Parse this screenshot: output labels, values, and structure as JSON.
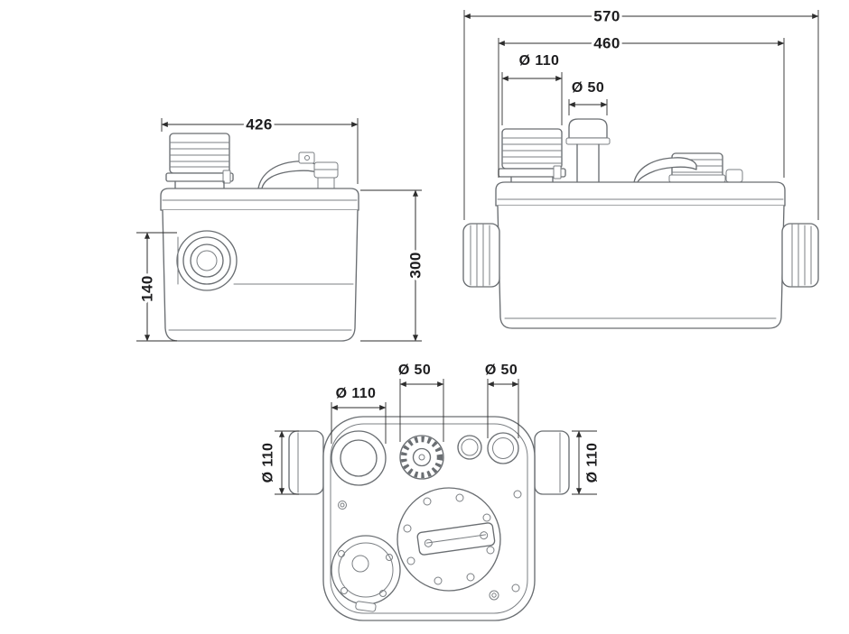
{
  "drawing": {
    "background": "#ffffff",
    "line_color": "#6a6e72",
    "dimension_line_color": "#2e2e2e",
    "dimension_text_color": "#1d1d1f",
    "views": {
      "side": {
        "dims": {
          "width_mm": "426",
          "height_mm": "300",
          "outlet_height_mm": "140"
        }
      },
      "front": {
        "dims": {
          "overall_width_mm": "570",
          "body_width_mm": "460",
          "inlet_diameter": "Ø 110",
          "vent_diameter": "Ø 50"
        }
      },
      "top": {
        "dims": {
          "inlet_diameter": "Ø 110",
          "discharge_left_diameter": "Ø 50",
          "discharge_right_diameter": "Ø 50",
          "left_port_diameter": "Ø 110",
          "right_port_diameter": "Ø 110"
        }
      }
    }
  }
}
